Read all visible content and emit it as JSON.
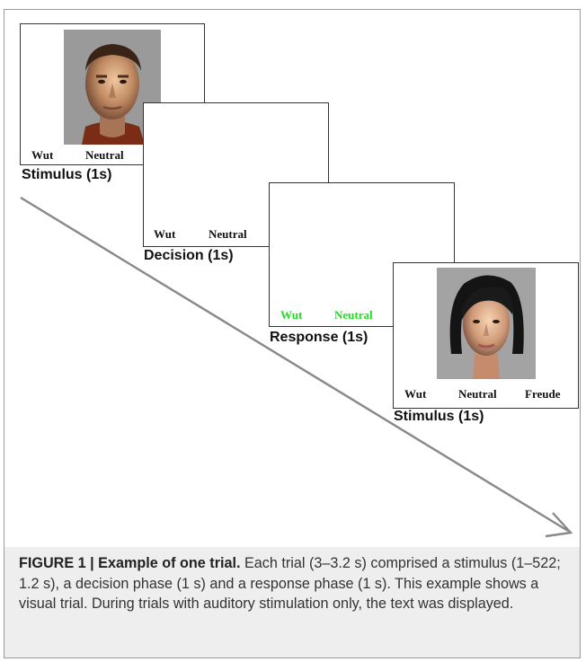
{
  "frames": [
    {
      "id": "stimulus-1",
      "label_left": "Wut",
      "label_center": "Neutral",
      "label_right": "",
      "phase_label": "Stimulus (1s)",
      "image": "male-face",
      "label_color": "#111111"
    },
    {
      "id": "decision",
      "label_left": "Wut",
      "label_center": "Neutral",
      "label_right": "",
      "phase_label": "Decision (1s)",
      "image": "",
      "label_color": "#111111"
    },
    {
      "id": "response",
      "label_left": "Wut",
      "label_center": "Neutral",
      "label_right": "",
      "phase_label": "Response (1s)",
      "image": "",
      "label_color": "#22dd22"
    },
    {
      "id": "stimulus-2",
      "label_left": "Wut",
      "label_center": "Neutral",
      "label_right": "Freude",
      "phase_label": "Stimulus (1s)",
      "image": "female-face",
      "label_color": "#111111"
    }
  ],
  "timeline_arrow": {
    "icon": "timeline-arrow-icon",
    "color": "#888888"
  },
  "caption": {
    "lead": "FIGURE 1 | Example of one trial.",
    "text": " Each trial (3–3.2 s) comprised a stimulus (1–522; 1.2 s), a decision phase (1 s) and a response phase (1 s). This example shows a visual trial. During trials with auditory stimulation only, the text was displayed.",
    "background": "#eeeeee"
  }
}
